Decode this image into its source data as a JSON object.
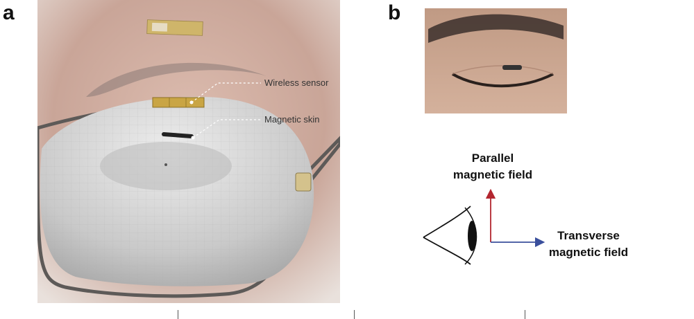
{
  "panels": {
    "a": {
      "letter": "a"
    },
    "b": {
      "letter": "b"
    }
  },
  "callouts": {
    "wireless_sensor": "Wireless sensor",
    "magnetic_skin": "Magnetic skin"
  },
  "axes": {
    "parallel_line1": "Parallel",
    "parallel_line2": "magnetic field",
    "transverse_line1": "Transverse",
    "transverse_line2": "magnetic field"
  },
  "colors": {
    "parallel_arrow": "#b3262f",
    "transverse_arrow": "#3a4f9c",
    "sensor_gold": "#c9a544",
    "skin_dark": "#222222"
  }
}
